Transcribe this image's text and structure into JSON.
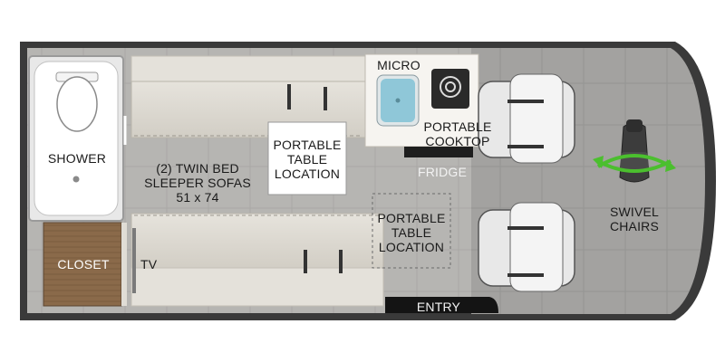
{
  "colors": {
    "van_body": "#3b3b3b",
    "floor": "#b5b4b1",
    "cab_floor": "#9e9d9b",
    "cabinet": "#dedbd4",
    "counter": "#f4f2ee",
    "closet_wood": "#8a6a4a",
    "sink": "#8fc7d8",
    "swivel_arrow": "#4bbf2e"
  },
  "icons": {
    "toilet": "toilet-icon",
    "sink": "sink-icon",
    "cooktop": "cooktop-icon",
    "driver_seat": "driver-seat-icon",
    "swivel": "swivel-arrow-icon"
  },
  "labels": {
    "shower": "SHOWER",
    "closet": "CLOSET",
    "tv": "TV",
    "sofas_line1": "(2) TWIN BED",
    "sofas_line2": "SLEEPER SOFAS",
    "sofas_line3": "51 x 74",
    "table1_line1": "PORTABLE",
    "table1_line2": "TABLE",
    "table1_line3": "LOCATION",
    "table2_line1": "PORTABLE",
    "table2_line2": "TABLE",
    "table2_line3": "LOCATION",
    "micro": "MICRO",
    "cooktop_line1": "PORTABLE",
    "cooktop_line2": "COOKTOP",
    "fridge": "FRIDGE",
    "swivel_line1": "SWIVEL",
    "swivel_line2": "CHAIRS",
    "entry": "ENTRY"
  }
}
